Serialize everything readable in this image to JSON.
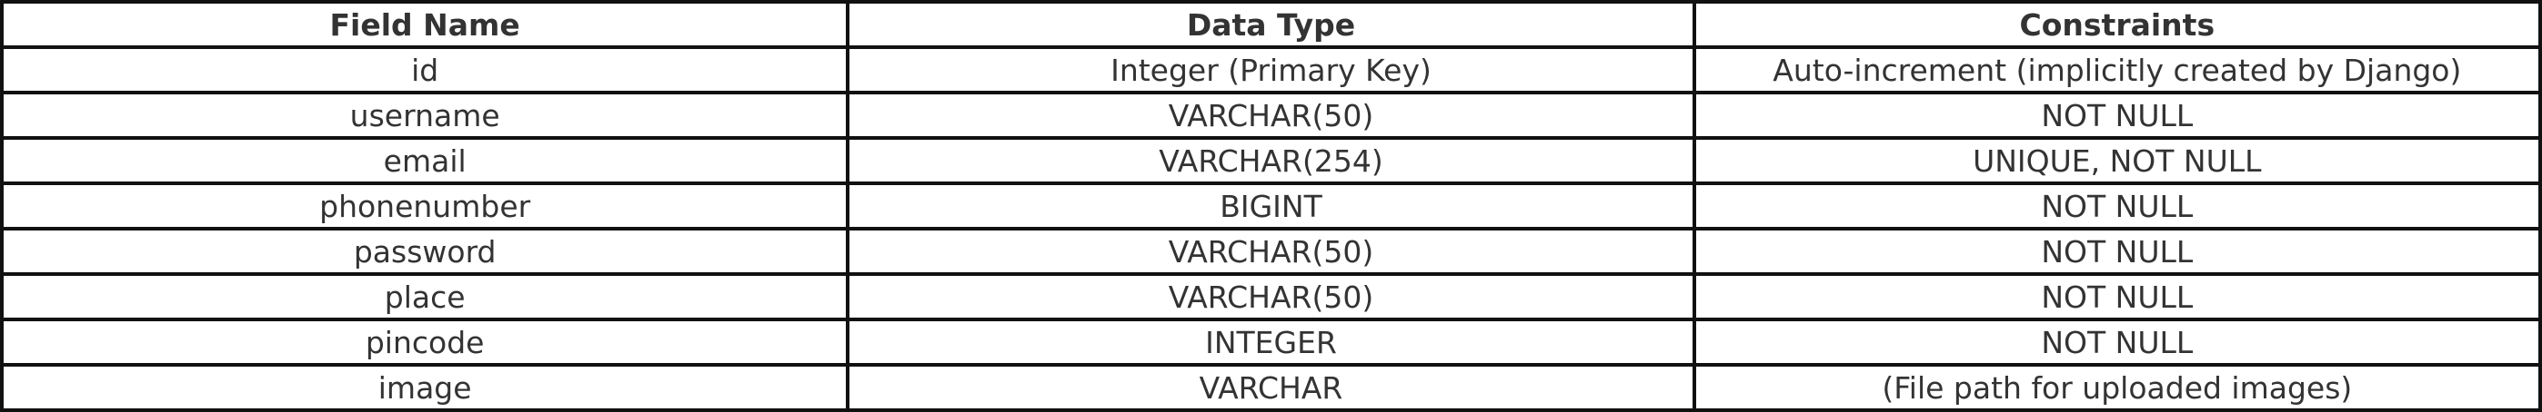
{
  "table": {
    "headers": [
      "Field Name",
      "Data Type",
      "Constraints"
    ],
    "rows": [
      [
        "id",
        "Integer (Primary Key)",
        "Auto-increment (implicitly created by Django)"
      ],
      [
        "username",
        "VARCHAR(50)",
        "NOT NULL"
      ],
      [
        "email",
        "VARCHAR(254)",
        "UNIQUE, NOT NULL"
      ],
      [
        "phonenumber",
        "BIGINT",
        "NOT NULL"
      ],
      [
        "password",
        "VARCHAR(50)",
        "NOT NULL"
      ],
      [
        "place",
        "VARCHAR(50)",
        "NOT NULL"
      ],
      [
        "pincode",
        "INTEGER",
        "NOT NULL"
      ],
      [
        "image",
        "VARCHAR",
        "(File path for uploaded images)"
      ]
    ]
  }
}
